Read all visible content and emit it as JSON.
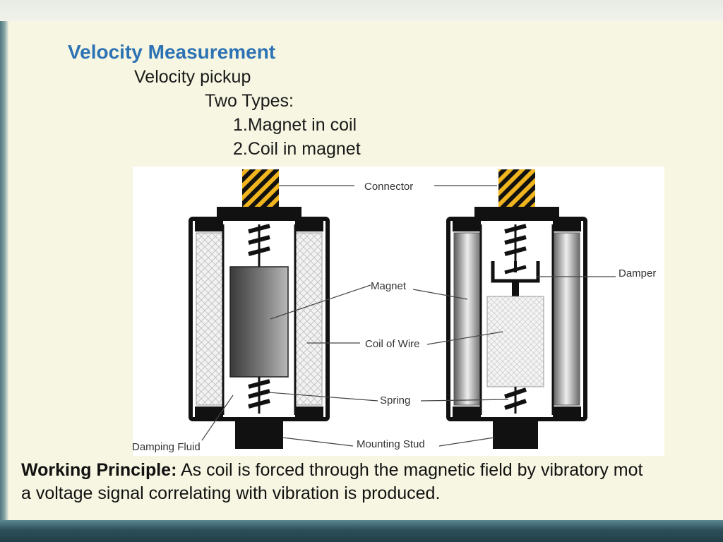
{
  "slide": {
    "title": "Velocity Measurement",
    "outline": [
      "Velocity pickup",
      "Two Types:",
      "1.Magnet in coil",
      "2.Coil in magnet"
    ]
  },
  "diagram": {
    "labels": {
      "connector": "Connector",
      "damper": "Damper",
      "magnet": "Magnet",
      "coil_of_wire": "Coil of Wire",
      "spring": "Spring",
      "damping_fluid": "Damping Fluid",
      "mounting_stud": "Mounting Stud"
    },
    "colors": {
      "connector_stripe_yellow": "#f0b41e",
      "connector_stripe_black": "#111111",
      "housing": "#111111",
      "label_text": "#333333"
    }
  },
  "principle": {
    "heading": "Working Principle:",
    "line1": " As coil is forced through the magnetic field by vibratory mot",
    "line2": "a voltage signal correlating with vibration is produced."
  },
  "theme": {
    "title_color": "#2d73b4",
    "panel_color": "#f7f6e2",
    "band_color": "#2c4f5a"
  }
}
